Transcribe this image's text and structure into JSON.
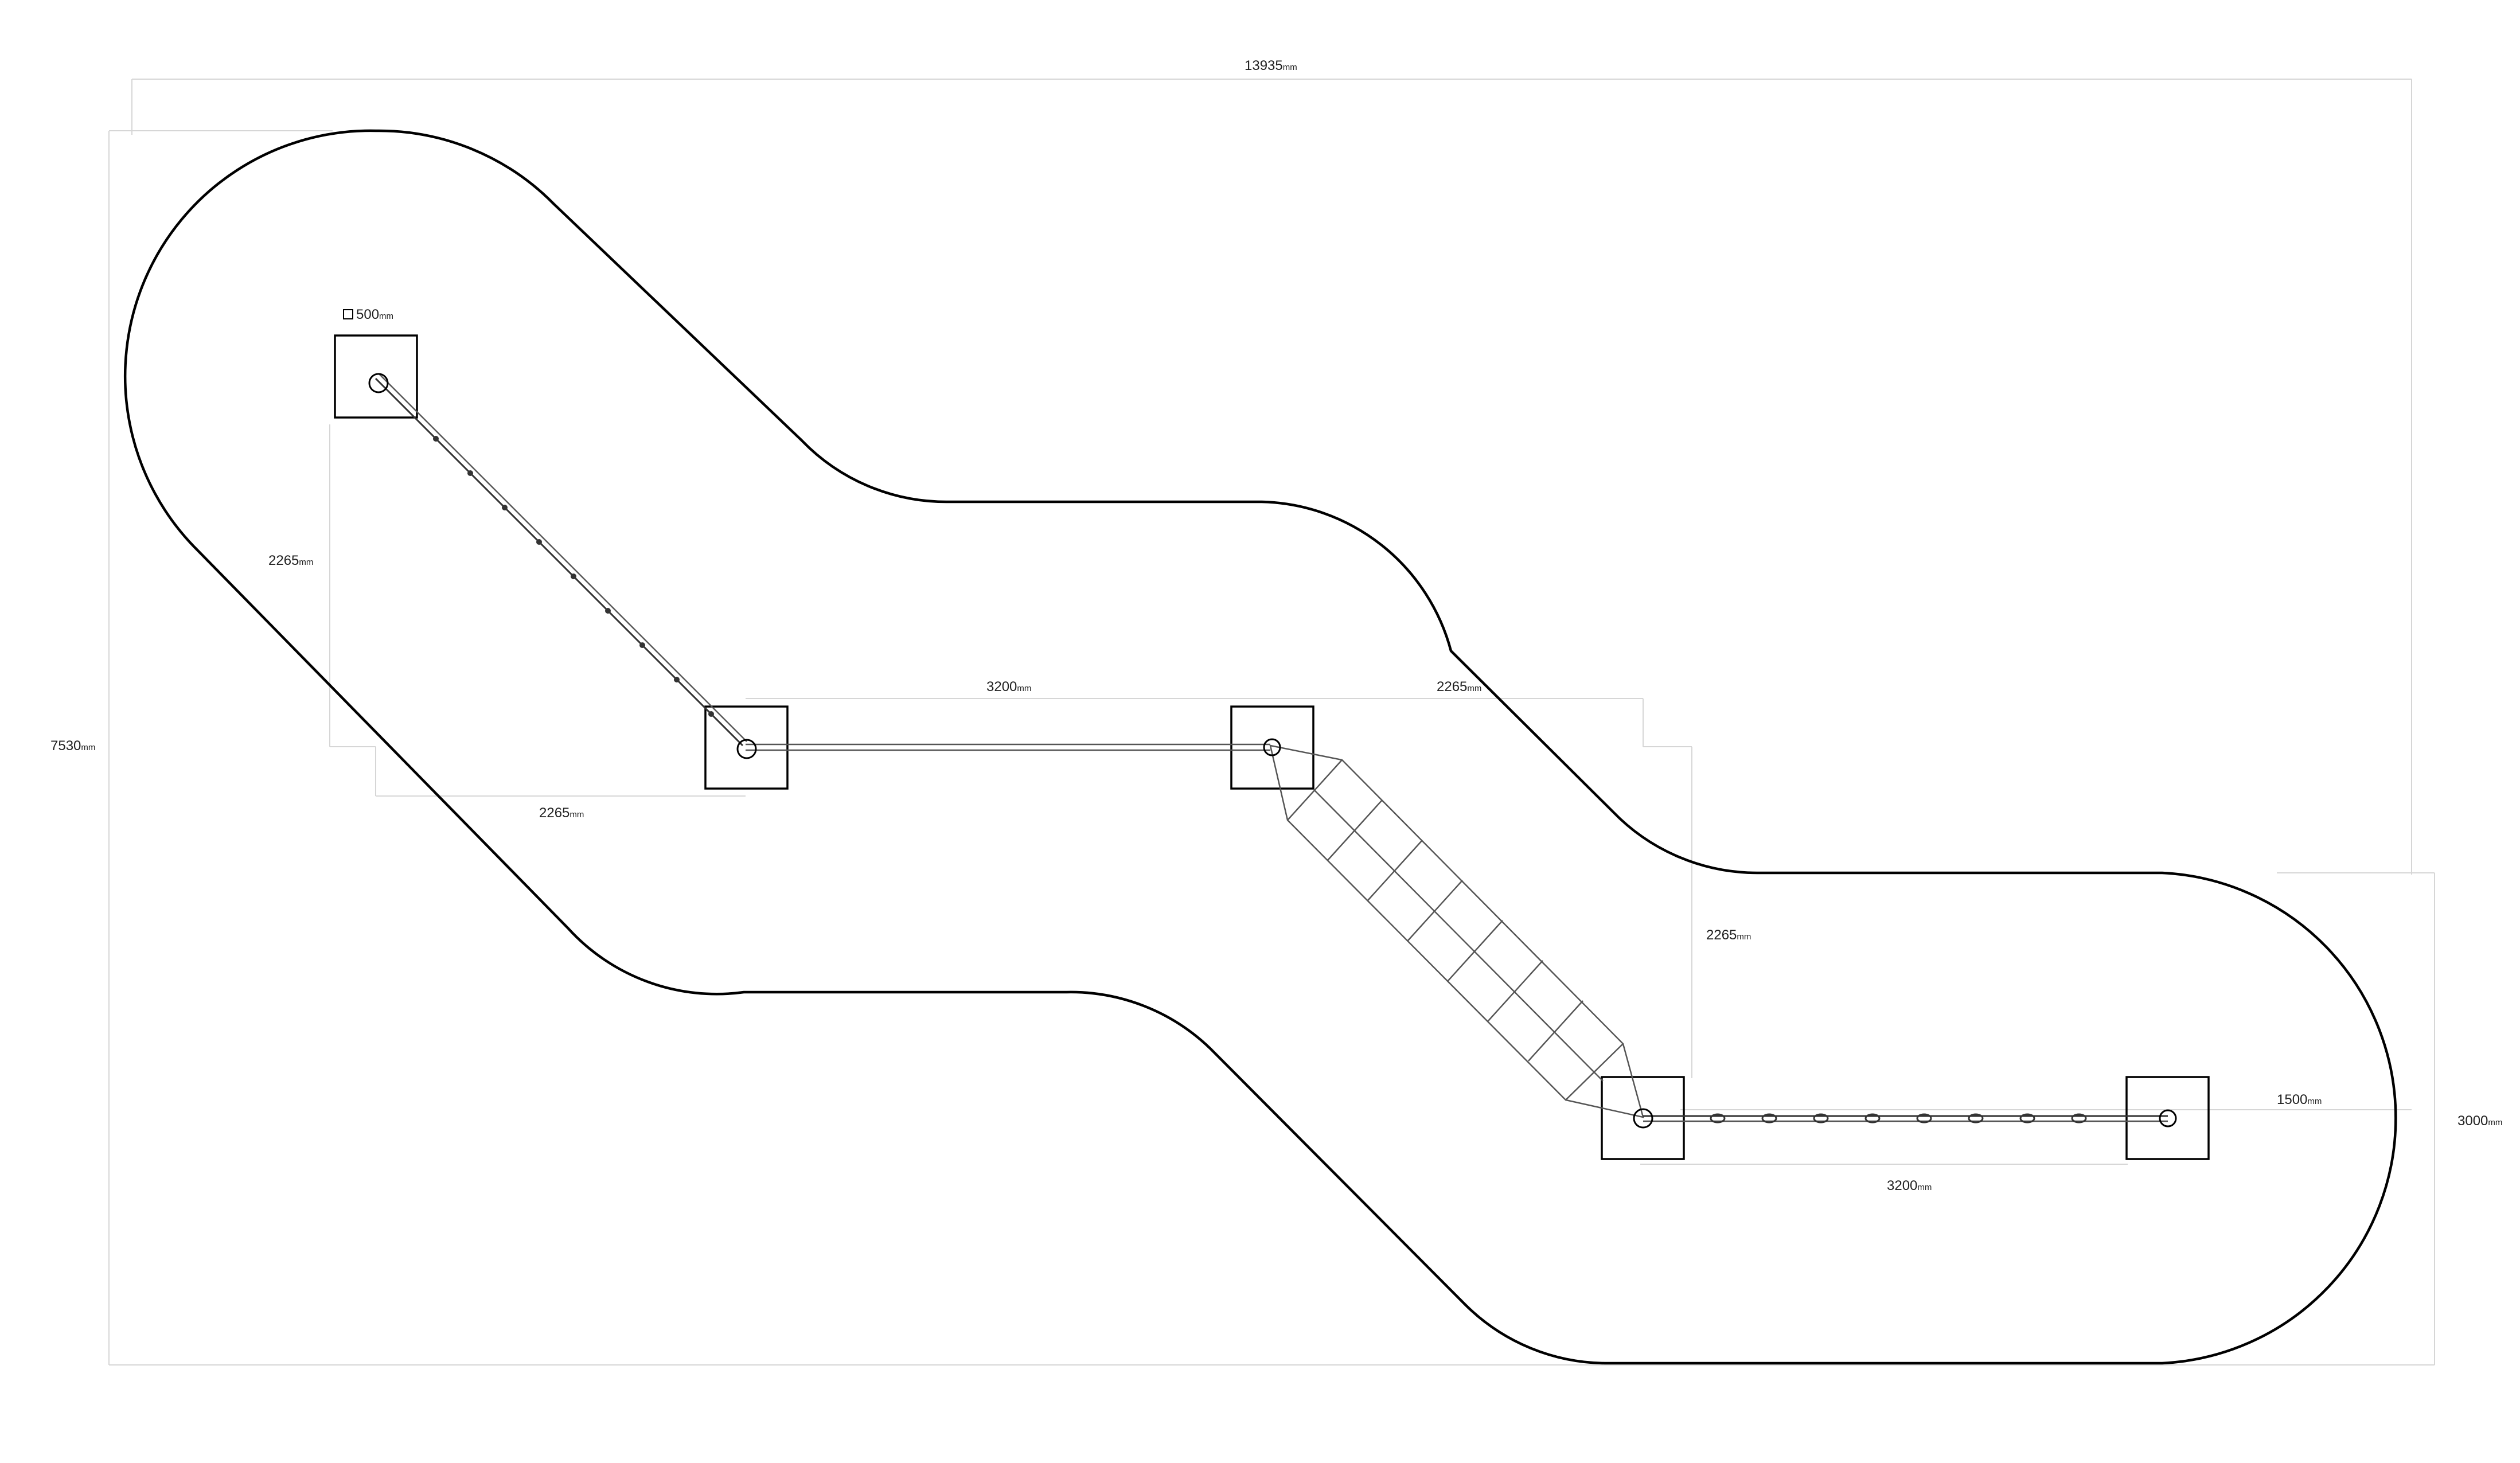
{
  "dimensions": {
    "overall_width": "13935",
    "overall_height": "7530",
    "post_size": "500",
    "seg1_diag_left": "2265",
    "seg1_diag_bottom": "2265",
    "seg2_straight": "3200",
    "seg3_diag_top": "2265",
    "seg3_diag_right": "2265",
    "seg4_straight": "3200",
    "safety_end": "1500",
    "safety_depth": "3000",
    "unit": "mm"
  },
  "colors": {
    "outline": "#000000",
    "dimension_lines": "#d6d6d6",
    "equipment": "#333333"
  }
}
